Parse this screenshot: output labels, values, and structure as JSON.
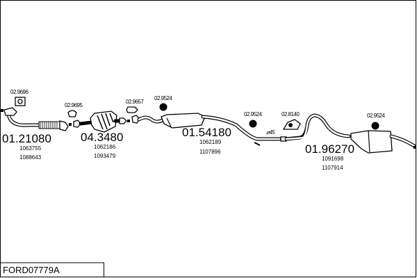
{
  "title": "FORD07779A",
  "parts": [
    {
      "code": "01.21080",
      "refs": [
        "1063755",
        "1088643"
      ]
    },
    {
      "code": "04.3480",
      "refs": [
        "1062186",
        "1093479"
      ]
    },
    {
      "code": "01.54180",
      "refs": [
        "1062189",
        "1107896"
      ]
    },
    {
      "code": "01.96270",
      "refs": [
        "1091698",
        "1107914"
      ]
    }
  ],
  "accessories": [
    "02.9696",
    "02.9695",
    "02.9657",
    "02.9524",
    "02.9524",
    "02.8140",
    "02.9524"
  ],
  "pipe_diameter": "⌀45"
}
